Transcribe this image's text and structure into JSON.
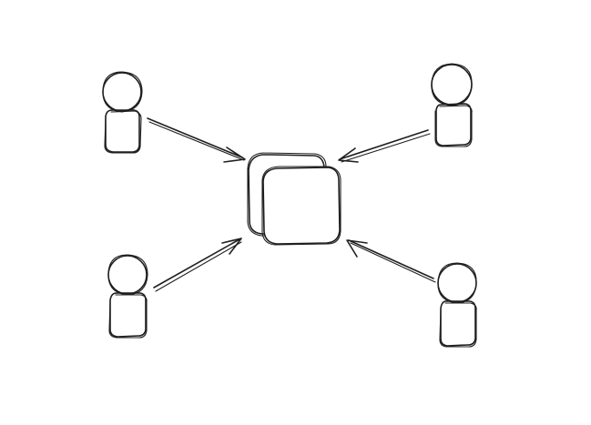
{
  "diagram": {
    "kind": "hub-and-spoke sketch",
    "style": "hand-drawn",
    "stroke_color": "#1f1f1f",
    "background_color": "#ffffff",
    "center_node": {
      "name": "shared-resource",
      "icon": "stacked-squares-icon"
    },
    "participants": [
      {
        "name": "person-top-left",
        "icon": "person-icon",
        "arrow": "toward-center"
      },
      {
        "name": "person-top-right",
        "icon": "person-icon",
        "arrow": "toward-center"
      },
      {
        "name": "person-bottom-left",
        "icon": "person-icon",
        "arrow": "toward-center"
      },
      {
        "name": "person-bottom-right",
        "icon": "person-icon",
        "arrow": "toward-center"
      }
    ]
  }
}
